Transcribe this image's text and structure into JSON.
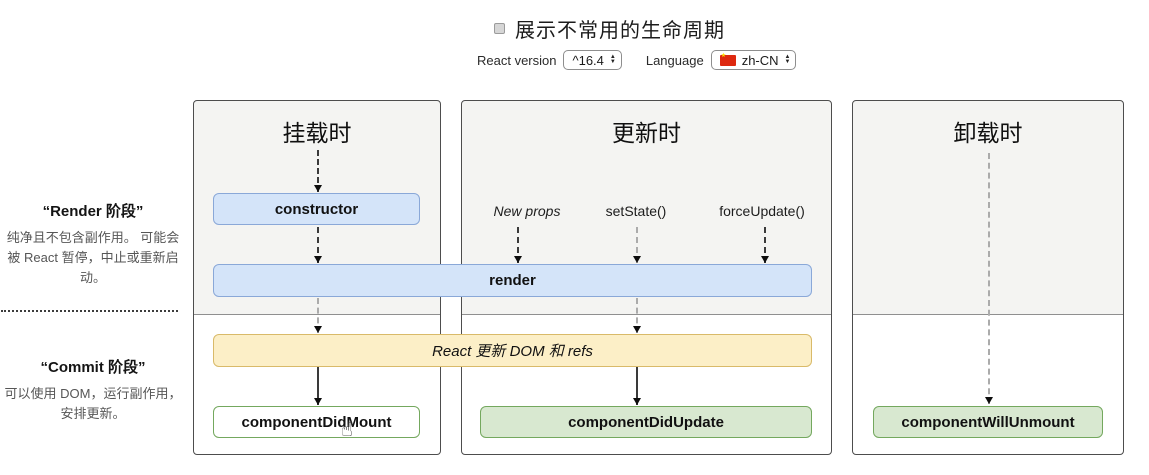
{
  "header": {
    "show_label": "展示不常用的生命周期",
    "react_version_label": "React version",
    "react_version_value": "^16.4",
    "language_label": "Language",
    "language_value": "zh-CN"
  },
  "sidebar": {
    "render_phase": {
      "title": "“Render 阶段”",
      "description": "纯净且不包含副作用。 可能会被 React 暂停，中止或重新启动。"
    },
    "commit_phase": {
      "title": "“Commit 阶段”",
      "description": "可以使用 DOM，运行副作用，安排更新。"
    }
  },
  "columns": [
    {
      "id": "mounting",
      "title": "挂载时"
    },
    {
      "id": "updating",
      "title": "更新时",
      "triggers": [
        "New props",
        "setState()",
        "forceUpdate()"
      ]
    },
    {
      "id": "unmounting",
      "title": "卸载时"
    }
  ],
  "methods": {
    "constructor": "constructor",
    "render": "render",
    "react_updates": "React 更新 DOM 和 refs",
    "componentDidMount": "componentDidMount",
    "componentDidUpdate": "componentDidUpdate",
    "componentWillUnmount": "componentWillUnmount"
  },
  "icons": {
    "stepper_up": "▲",
    "stepper_down": "▼",
    "flag_star": "★",
    "pointer_cursor": "☝"
  },
  "colors": {
    "render_phase_bg": "#f4f4f2",
    "blue_fill": "#d4e4f9",
    "blue_border": "#8aa8d8",
    "yellow_fill": "#fcefc7",
    "yellow_border": "#d9ba69",
    "green_fill": "#d8e8d0",
    "green_border": "#74a85e"
  }
}
